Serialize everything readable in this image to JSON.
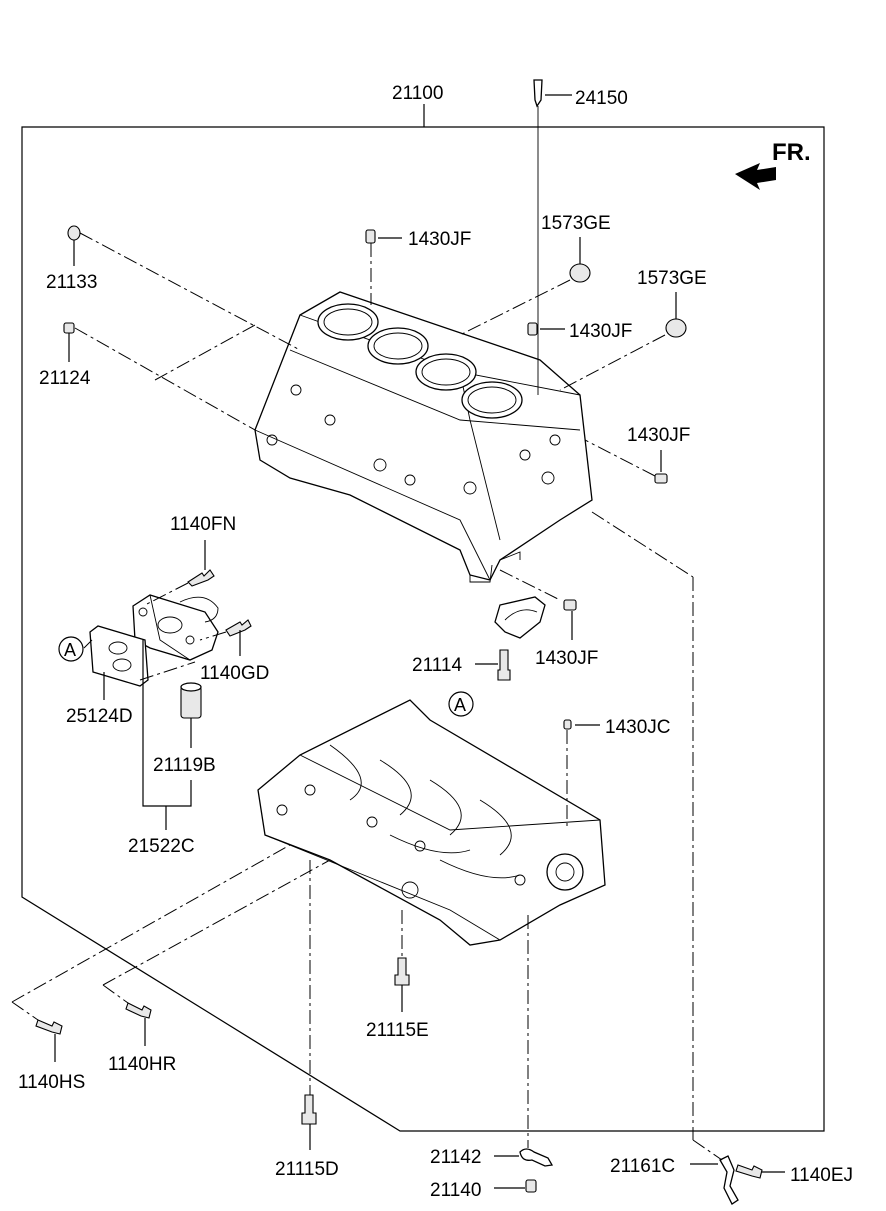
{
  "diagram": {
    "fr_label": "FR.",
    "callout_a": "A",
    "labels": {
      "p21100": "21100",
      "p24150": "24150",
      "p21133": "21133",
      "p21124": "21124",
      "p1430jf_1": "1430JF",
      "p1573ge_1": "1573GE",
      "p1573ge_2": "1573GE",
      "p1430jf_2": "1430JF",
      "p1430jf_3": "1430JF",
      "p1140fn": "1140FN",
      "p1140gd": "1140GD",
      "p25124d": "25124D",
      "p21119b": "21119B",
      "p21522c": "21522C",
      "p21114": "21114",
      "p1430jf_4": "1430JF",
      "p1430jc": "1430JC",
      "p21115e": "21115E",
      "p1140hs": "1140HS",
      "p1140hr": "1140HR",
      "p21115d": "21115D",
      "p21142": "21142",
      "p21140": "21140",
      "p21161c": "21161C",
      "p1140ej": "1140EJ"
    }
  }
}
